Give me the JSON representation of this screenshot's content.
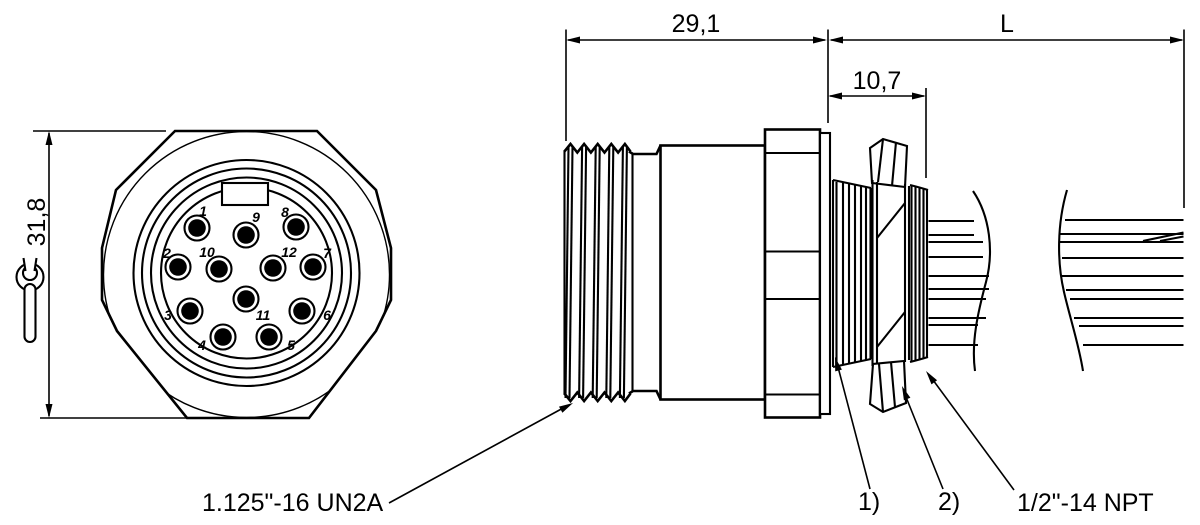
{
  "drawing": {
    "front_view": {
      "height_dim": "31,8",
      "pins": [
        "1",
        "9",
        "8",
        "2",
        "10",
        "12",
        "7",
        "11",
        "3",
        "6",
        "4",
        "5"
      ]
    },
    "side_view": {
      "length_dim": "29,1",
      "cable_length_dim": "L",
      "nut_dim": "10,7",
      "coupling_thread_label": "1.125\"-16 UN2A",
      "conduit_thread_label": "1/2\"-14 NPT",
      "footnote1_label": "1)",
      "footnote2_label": "2)"
    }
  }
}
